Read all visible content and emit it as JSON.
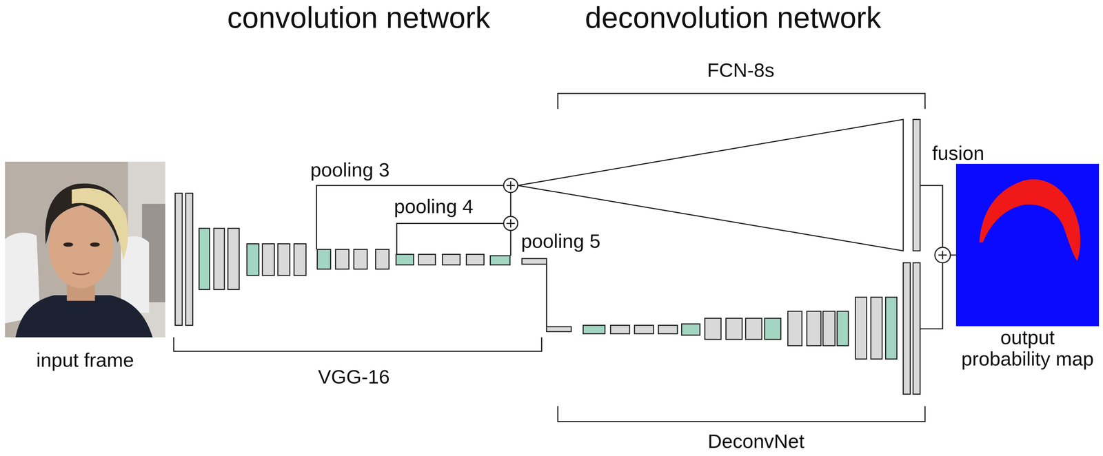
{
  "diagram": {
    "nodes": [
      {
        "text": [
          "input frame"
        ]
      },
      {
        "text": [
          "output probability map"
        ]
      }
    ],
    "labels": [
      "convolution network",
      "deconvolution network",
      "FCN-8s",
      "pooling 3",
      "pooling 4",
      "pooling 5",
      "fusion",
      "VGG-16",
      "DeconvNet"
    ]
  }
}
